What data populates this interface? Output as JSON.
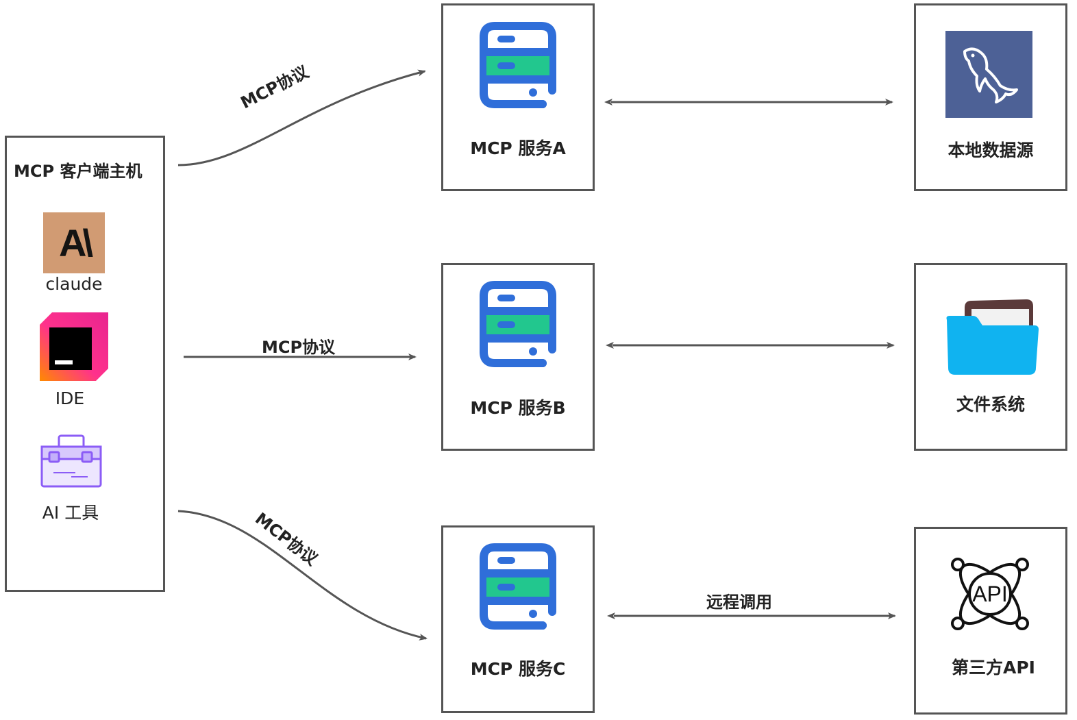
{
  "host": {
    "title": "MCP 客户端主机",
    "clients": [
      {
        "label": "claude",
        "icon": "anthropic-logo-icon",
        "logo_text": "A\\",
        "color": "#D19B73"
      },
      {
        "label": "IDE",
        "icon": "jetbrains-ide-icon"
      },
      {
        "label": "AI 工具",
        "icon": "toolbox-icon"
      }
    ]
  },
  "servers": [
    {
      "label": "MCP 服务A",
      "icon": "server-icon"
    },
    {
      "label": "MCP 服务B",
      "icon": "server-icon"
    },
    {
      "label": "MCP 服务C",
      "icon": "server-icon"
    }
  ],
  "resources": [
    {
      "label": "本地数据源",
      "icon": "mysql-dolphin-icon",
      "color": "#4D6196"
    },
    {
      "label": "文件系统",
      "icon": "folder-icon",
      "color": "#10B3F0"
    },
    {
      "label": "第三方API",
      "icon": "api-icon",
      "logo_text": "API"
    }
  ],
  "edges": {
    "host_to_a": "MCP协议",
    "host_to_b": "MCP协议",
    "host_to_c": "MCP协议",
    "c_to_api": "远程调用"
  },
  "colors": {
    "server_blue": "#2F6ED9",
    "server_green": "#22C78E",
    "border": "#555555"
  }
}
